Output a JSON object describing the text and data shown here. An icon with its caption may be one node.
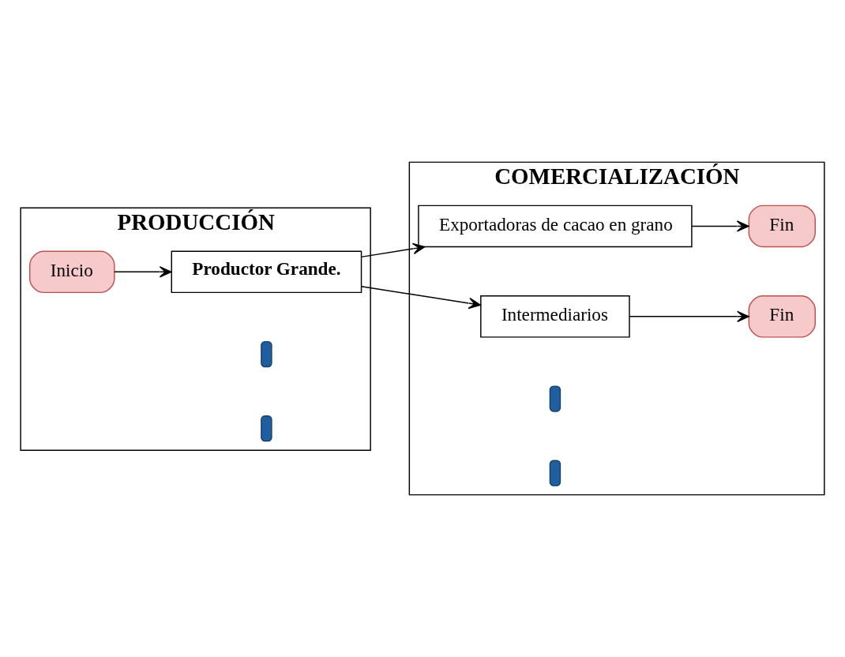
{
  "diagram": {
    "nodes": [
      {
        "text": [
          "PRODUCCIÓN"
        ]
      },
      {
        "text": [
          "COMERCIALIZACIÓN"
        ]
      },
      {
        "text": [
          "Inicio"
        ],
        "in": 0
      },
      {
        "text": [
          "Productor Grande."
        ],
        "in": 0
      },
      {
        "text": [
          "Exportadoras de cacao en grano"
        ],
        "in": 1
      },
      {
        "text": [
          "Fin"
        ],
        "in": 1
      },
      {
        "text": [
          "Intermediarios"
        ],
        "in": 1
      },
      {
        "text": [
          "Fin"
        ],
        "in": 1
      },
      {
        "text": [],
        "shape": "bar",
        "in": 0
      },
      {
        "text": [],
        "shape": "bar",
        "in": 0
      },
      {
        "text": [],
        "shape": "bar",
        "in": 1
      },
      {
        "text": [],
        "shape": "bar",
        "in": 1
      }
    ],
    "edges": [
      {
        "from": 2,
        "to": 3,
        "arrow": "to"
      },
      {
        "from": 3,
        "to": 4,
        "arrow": "to"
      },
      {
        "from": 3,
        "to": 6,
        "arrow": "to"
      },
      {
        "from": 4,
        "to": 5,
        "arrow": "to"
      },
      {
        "from": 6,
        "to": 7,
        "arrow": "to"
      }
    ]
  }
}
